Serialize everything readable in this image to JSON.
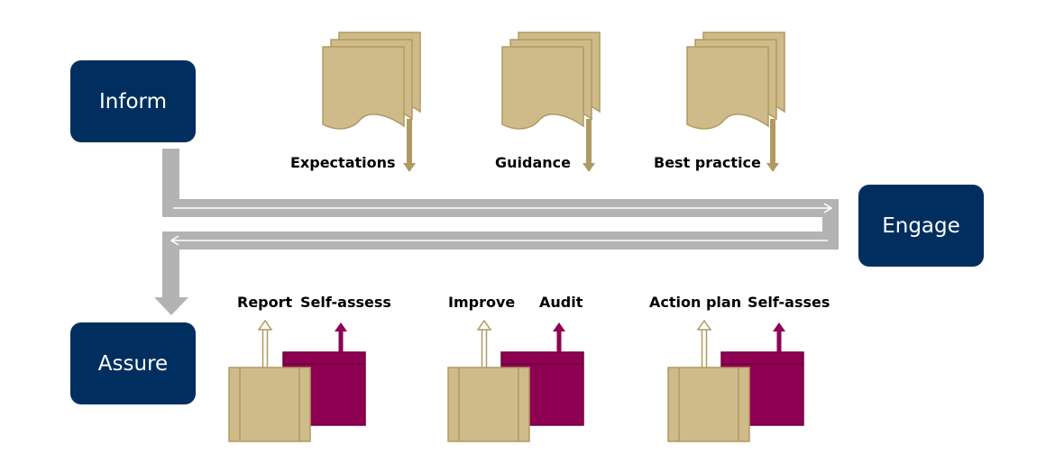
{
  "stages": {
    "inform": "Inform",
    "engage": "Engage",
    "assure": "Assure"
  },
  "documents": [
    {
      "label": "Expectations"
    },
    {
      "label": "Guidance"
    },
    {
      "label": "Best practice"
    }
  ],
  "actions": [
    {
      "left_label": "Report",
      "right_label": "Self-assess"
    },
    {
      "left_label": "Improve",
      "right_label": "Audit"
    },
    {
      "left_label": "Action plan",
      "right_label": "Self-asses"
    }
  ],
  "colors": {
    "navy": "#002f5f",
    "tan": "#cfbb8a",
    "tan_stroke": "#b09a60",
    "maroon": "#8e0051",
    "grey_track": "#b3b3b3"
  }
}
